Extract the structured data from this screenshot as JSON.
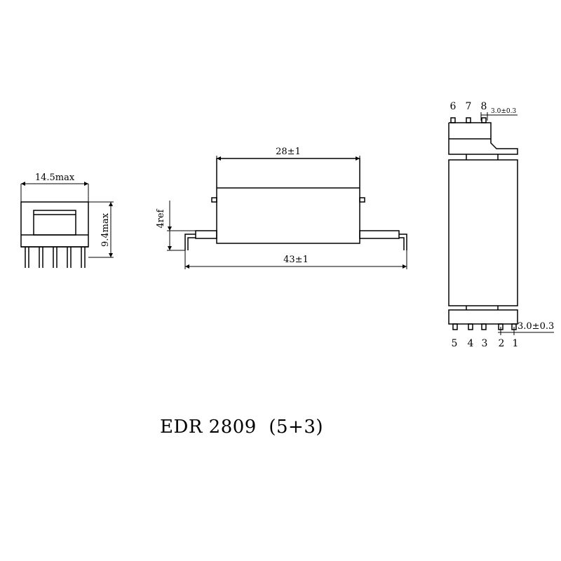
{
  "title": "EDR 2809  (5+3)",
  "front_view": {
    "width_label": "14.5max",
    "height_label": "9.4max"
  },
  "side_view": {
    "body_length_label": "28±1",
    "pin_span_label": "43±1",
    "pin_height_label": "4ref"
  },
  "bottom_view": {
    "top_pins": [
      "6",
      "7",
      "8"
    ],
    "bottom_pins": [
      "5",
      "4",
      "3",
      "2",
      "1"
    ],
    "top_pitch_label": "3.0±0.3",
    "bottom_pitch_label": "3.0±0.3"
  }
}
